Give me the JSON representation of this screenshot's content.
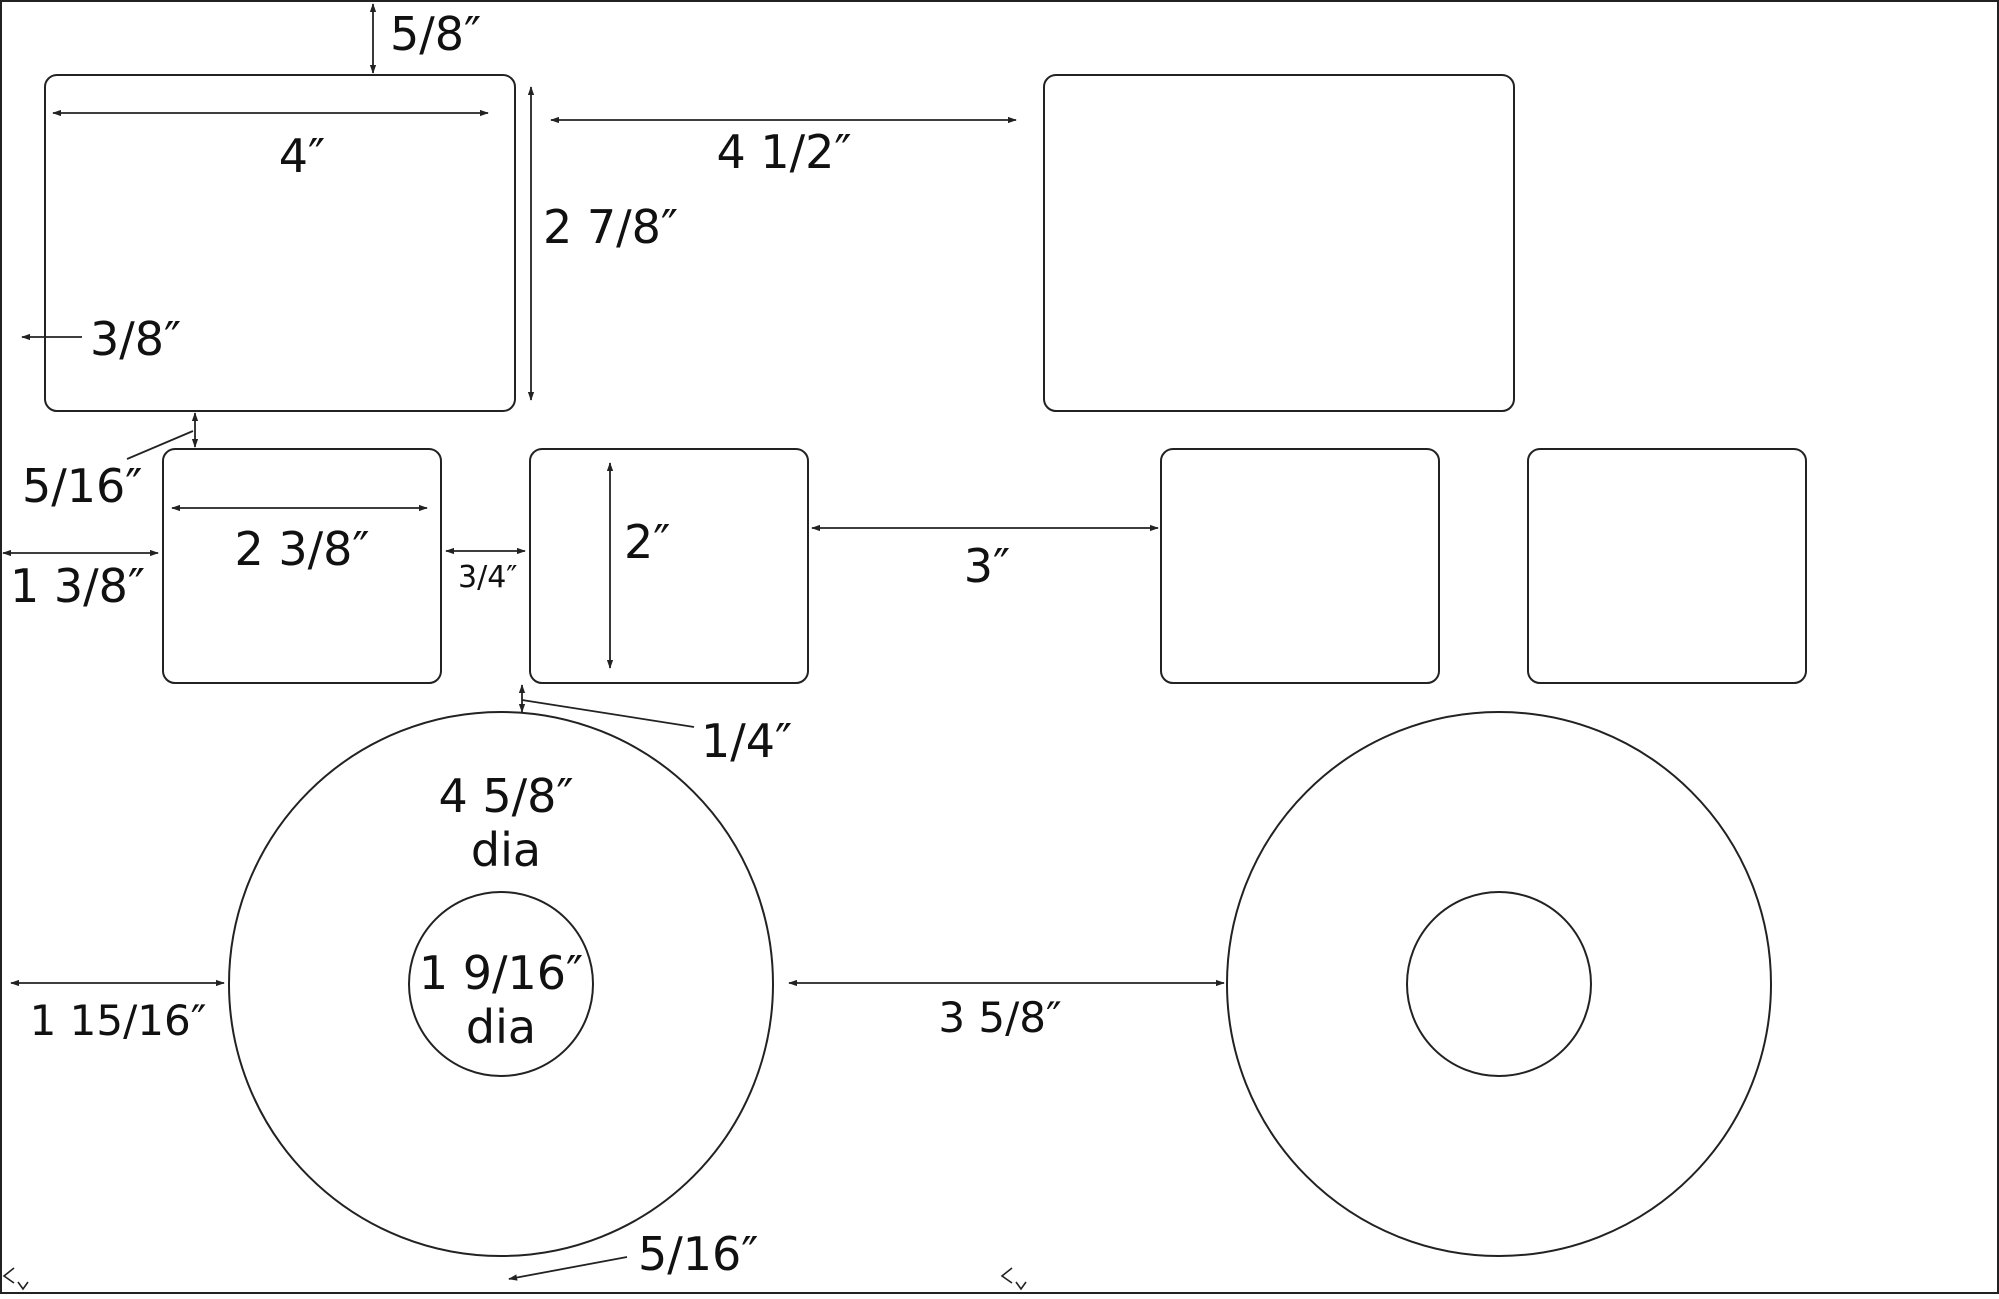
{
  "colors": {
    "line": "#222222",
    "background": "#ffffff"
  },
  "labels": {
    "top_margin": "5/8″",
    "large_width": "4″",
    "large_gap": "4 1/2″",
    "large_height": "2 7/8″",
    "left_margin_large": "3/8″",
    "row_gap_top": "5/16″",
    "small_width": "2 3/8″",
    "left_margin_small": "1 3/8″",
    "small_gap": "3/4″",
    "small_height": "2″",
    "middle_gap": "3″",
    "row_gap_bottom": "1/4″",
    "disc_outer_dia": "4 5/8″",
    "disc_outer_dia_unit": "dia",
    "disc_inner_dia": "1 9/16″",
    "disc_inner_dia_unit": "dia",
    "left_margin_disc": "1 15/16″",
    "disc_gap": "3 5/8″",
    "bottom_margin": "5/16″"
  }
}
